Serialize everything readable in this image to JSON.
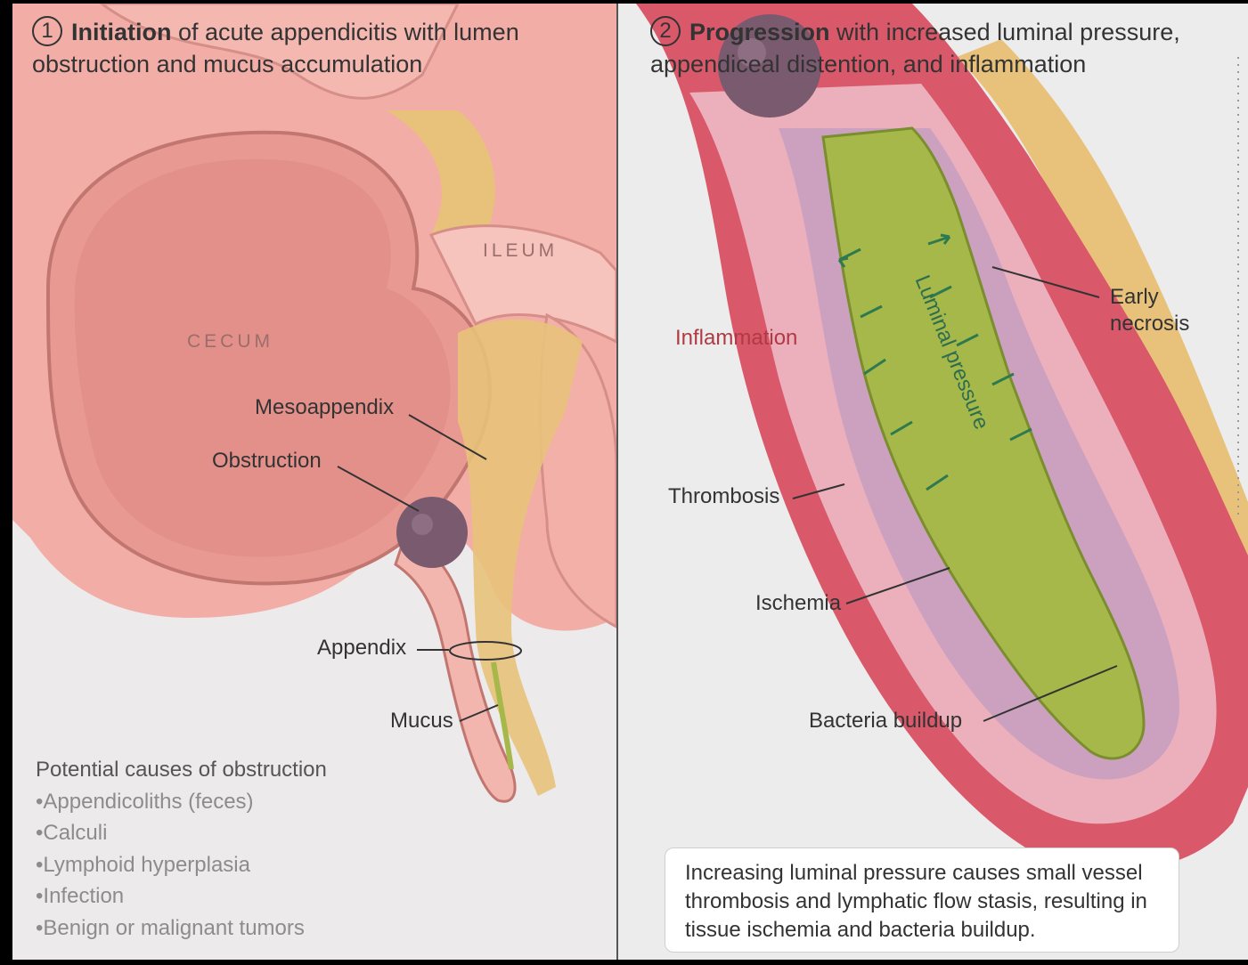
{
  "panel1": {
    "number": "1",
    "title_bold": "Initiation",
    "title_rest": " of acute appendicitis with lumen obstruction and mucus accumulation",
    "organs": {
      "cecum": "CECUM",
      "ileum": "ILEUM"
    },
    "labels": {
      "mesoappendix": "Mesoappendix",
      "obstruction": "Obstruction",
      "appendix": "Appendix",
      "mucus": "Mucus"
    },
    "causes_title": "Potential causes of obstruction",
    "causes": [
      "Appendicoliths (feces)",
      "Calculi",
      "Lymphoid hyperplasia",
      "Infection",
      "Benign or malignant tumors"
    ]
  },
  "panel2": {
    "number": "2",
    "title_bold": "Progression",
    "title_rest": " with increased luminal pressure, appendiceal distention, and inflammation",
    "labels": {
      "inflammation": "Inflammation",
      "luminal_pressure": "Luminal pressure",
      "early_necrosis_1": "Early",
      "early_necrosis_2": "necrosis",
      "thrombosis": "Thrombosis",
      "ischemia": "Ischemia",
      "bacteria": "Bacteria buildup"
    },
    "note": "Increasing luminal pressure causes small vessel thrombosis and lymphatic flow stasis, resulting in tissue ischemia and bacteria buildup."
  },
  "colors": {
    "tissue": "#f0a6a0",
    "inflammation": "#b03a44",
    "mucus": "#a6b84a",
    "fat": "#e8c27a",
    "obstruction": "#7a5a6e"
  }
}
